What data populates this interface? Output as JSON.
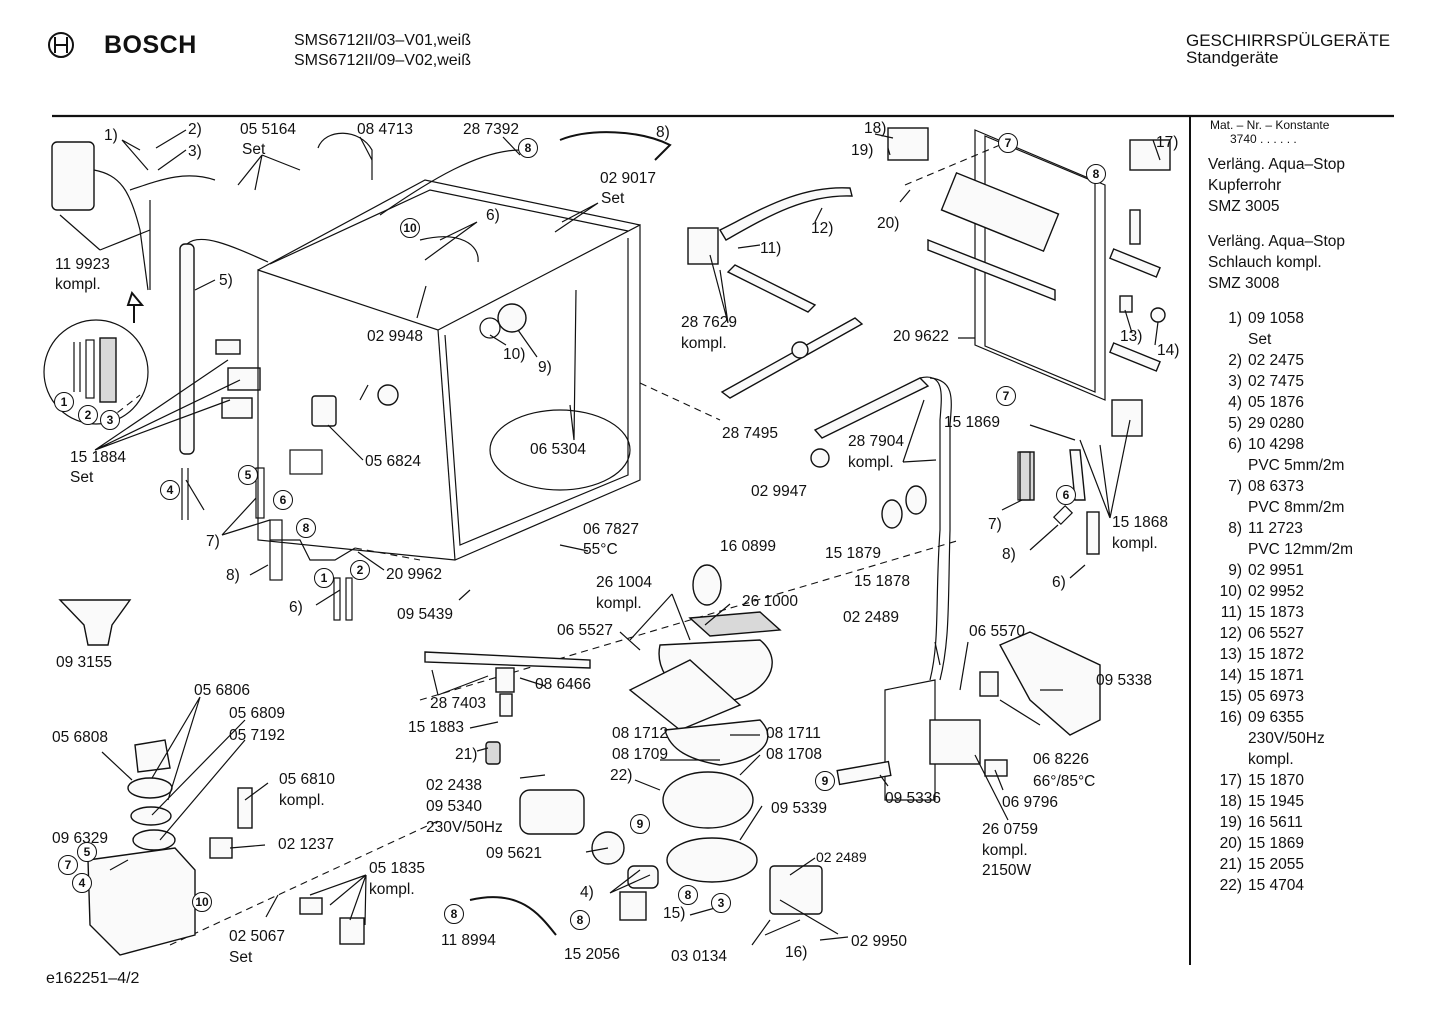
{
  "header": {
    "brand": "BOSCH",
    "model_line_1": "SMS6712II/03–V01,weiß",
    "model_line_2": "SMS6712II/09–V02,weiß",
    "category_line_1": "GESCHIRRSPÜLGERÄTE",
    "category_line_2": "Standgeräte"
  },
  "legend": {
    "konstante_label": "Mat. – Nr. – Konstante",
    "konstante_value": "3740 . . . . . .",
    "block1": [
      "Verläng. Aqua–Stop",
      "Kupferrohr",
      "SMZ 3005"
    ],
    "block2": [
      "Verläng. Aqua–Stop",
      "Schlauch kompl.",
      "SMZ 3008"
    ],
    "parts": [
      {
        "num": "1)",
        "text": "09 1058\nSet"
      },
      {
        "num": "2)",
        "text": "02 2475"
      },
      {
        "num": "3)",
        "text": "02 7475"
      },
      {
        "num": "4)",
        "text": "05 1876"
      },
      {
        "num": "5)",
        "text": "29 0280"
      },
      {
        "num": "6)",
        "text": "10 4298\nPVC 5mm/2m"
      },
      {
        "num": "7)",
        "text": "08 6373\nPVC 8mm/2m"
      },
      {
        "num": "8)",
        "text": "11 2723\nPVC 12mm/2m"
      },
      {
        "num": "9)",
        "text": "02 9951"
      },
      {
        "num": "10)",
        "text": "02 9952"
      },
      {
        "num": "11)",
        "text": "15 1873"
      },
      {
        "num": "12)",
        "text": "06 5527"
      },
      {
        "num": "13)",
        "text": "15 1872"
      },
      {
        "num": "14)",
        "text": "15 1871"
      },
      {
        "num": "15)",
        "text": "05 6973"
      },
      {
        "num": "16)",
        "text": "09 6355\n230V/50Hz\nkompl."
      },
      {
        "num": "17)",
        "text": "15 1870"
      },
      {
        "num": "18)",
        "text": "15 1945"
      },
      {
        "num": "19)",
        "text": "16 5611"
      },
      {
        "num": "20)",
        "text": "15 1869"
      },
      {
        "num": "21)",
        "text": "15 2055"
      },
      {
        "num": "22)",
        "text": "15 4704"
      }
    ]
  },
  "footer": {
    "doc_id": "e162251–4/2"
  },
  "callouts": {
    "c1": "1)",
    "c2": "2)",
    "c3": "3)",
    "c4": "4)",
    "c5": "5)",
    "c6": "6)",
    "c7": "7)",
    "c8": "8)",
    "c9": "9)",
    "c10": "10)",
    "c11": "11)",
    "c12": "12)",
    "c13": "13)",
    "c14": "14)",
    "c15": "15)",
    "c16": "16)",
    "c17": "17)",
    "c18": "18)",
    "c19": "19)",
    "c20": "20)",
    "c21": "21)",
    "c22": "22)"
  },
  "circled": {
    "n1": "1",
    "n2": "2",
    "n3": "3",
    "n4": "4",
    "n5": "5",
    "n6": "6",
    "n7": "7",
    "n8": "8",
    "n9": "9",
    "n10": "10"
  },
  "labels": {
    "p055164": "05 5164",
    "set": "Set",
    "kompl": "kompl.",
    "p084713": "08 4713",
    "p287392": "28 7392",
    "p029017": "02 9017",
    "p119923": "11 9923",
    "p029948": "02 9948",
    "p151884": "15 1884",
    "p056824": "05 6824",
    "p065304": "06 5304",
    "p067827": "06 7827",
    "t55": "55°C",
    "p209962": "20 9962",
    "p095439": "09 5439",
    "p093155": "09 3155",
    "p287629": "28 7629",
    "p287495": "28 7495",
    "p029947": "02 9947",
    "p287904": "28 7904",
    "p209622": "20 9622",
    "p151869": "15 1869",
    "p151868": "15 1868",
    "p151879": "15 1879",
    "p151878": "15 1878",
    "p160899": "16 0899",
    "p261004": "26 1004",
    "p261000": "26 1000",
    "p065527": "06 5527",
    "p287403": "28 7403",
    "p086466": "08 6466",
    "p151883": "15 1883",
    "p081712": "08 1712",
    "p081711": "08 1711",
    "p081709": "08 1709",
    "p081708": "08 1708",
    "p022438": "02 2438",
    "p095340": "09 5340",
    "v230": "230V/50Hz",
    "p095339": "09 5339",
    "p095621": "09 5621",
    "p022489": "02 2489",
    "p065570": "06 5570",
    "p095338": "09 5338",
    "p068226": "06 8226",
    "t6685": "66°/85°C",
    "p095336": "09 5336",
    "p069796": "06 9796",
    "p260759": "26 0759",
    "w2150": "2150W",
    "p056806": "05 6806",
    "p056809": "05 6809",
    "p056808": "05 6808",
    "p057192": "05 7192",
    "p056810": "05 6810",
    "p096329": "09 6329",
    "p021237": "02 1237",
    "p051835": "05 1835",
    "p025067": "02 5067",
    "p118994": "11 8994",
    "p152056": "15 2056",
    "p030134": "03 0134",
    "p029950": "02 9950"
  }
}
